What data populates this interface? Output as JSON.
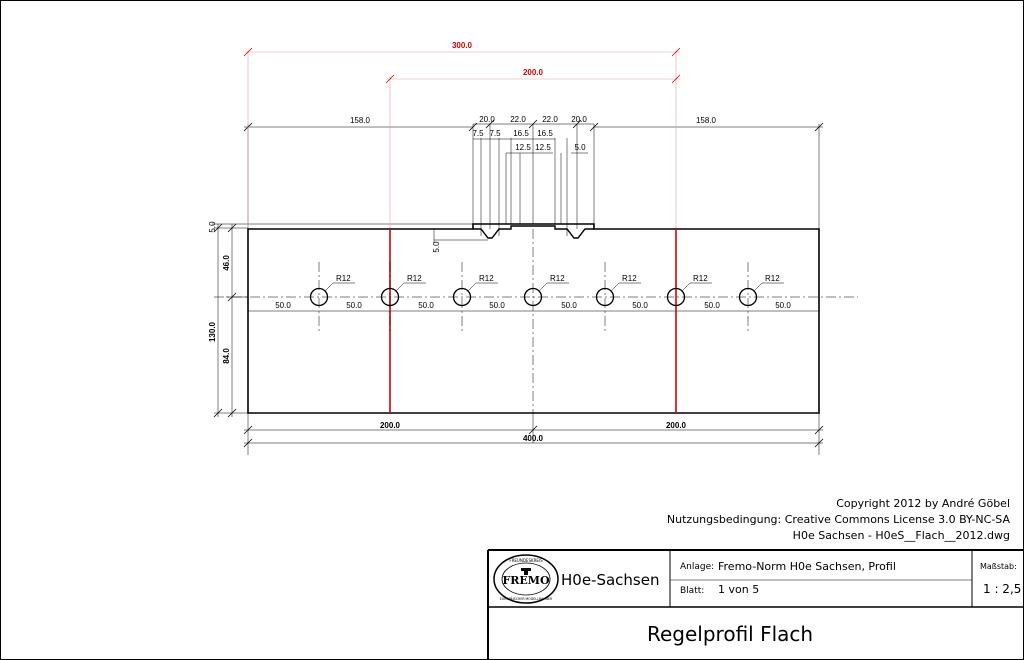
{
  "dimensions": {
    "overall_top": "300.0",
    "red_top": "200.0",
    "left_flat": "158.0",
    "right_flat": "158.0",
    "gauge_top": [
      "20.0",
      "22.0",
      "22.0",
      "20.0"
    ],
    "gauge_mid": [
      "7.5",
      "7.5",
      "16.5",
      "16.5"
    ],
    "gauge_low": [
      "12.5",
      "12.5",
      "5.0"
    ],
    "rail_drop": "5.0",
    "left_small": "5.0",
    "height_top": "46.0",
    "height_total": "130.0",
    "height_bottom": "84.0",
    "hole_radius": "R12",
    "hole_spacing": "50.0",
    "bottom_left": "200.0",
    "bottom_right": "200.0",
    "bottom_total": "400.0"
  },
  "copyright": {
    "line1": "Copyright 2012 by André Göbel",
    "line2": "Nutzungsbedingung: Creative Commons License 3.0 BY-NC-SA",
    "line3": "H0e Sachsen - H0eS__Flach__2012.dwg"
  },
  "title_block": {
    "logo_text": "FREMO",
    "logo_ring_top": "FREUNDESKREIS",
    "logo_ring_bottom": "EUROPÄISCHER MODELLBAHNER",
    "group_name": "H0e-Sachsen",
    "anlage_label": "Anlage:",
    "anlage_value": "Fremo-Norm H0e Sachsen, Profil",
    "blatt_label": "Blatt:",
    "blatt_value": "1 von 5",
    "massstab_label": "Maßstab:",
    "massstab_value": "1 : 2,5",
    "title": "Regelprofil Flach"
  },
  "colors": {
    "line": "#000000",
    "red": "#d40000",
    "thin_red": "#e8a0a0"
  }
}
